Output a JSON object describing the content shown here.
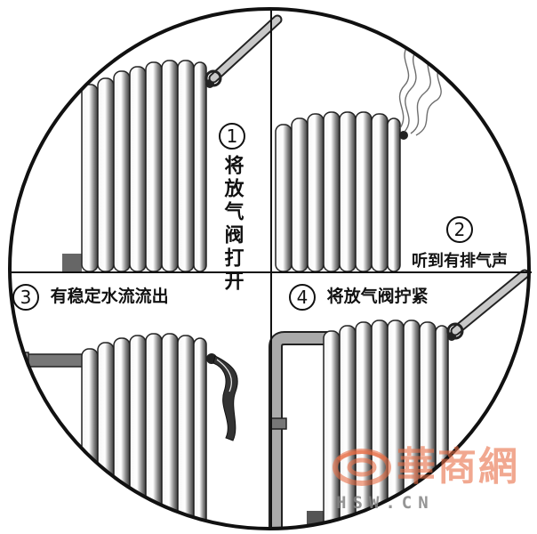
{
  "steps": [
    {
      "number": "1",
      "text": "将放气阀打开"
    },
    {
      "number": "2",
      "text": "听到有排气声"
    },
    {
      "number": "3",
      "text": "有稳定水流流出"
    },
    {
      "number": "4",
      "text": "将放气阀拧紧"
    }
  ],
  "watermark": {
    "chinese": "華商網",
    "domain": "HSW.CN"
  }
}
